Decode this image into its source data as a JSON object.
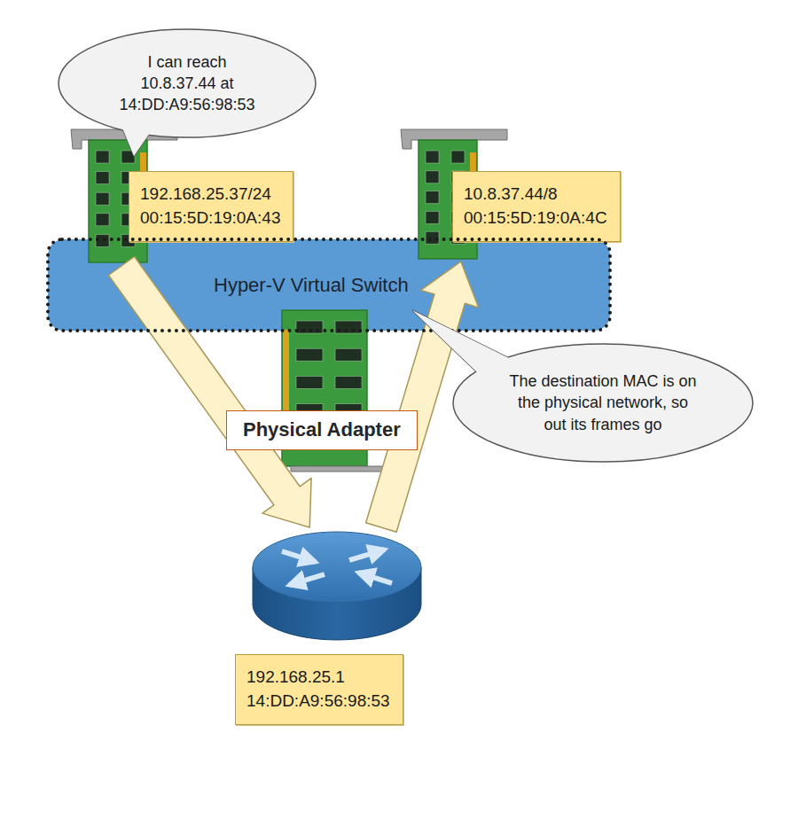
{
  "diagram": {
    "nodes": [
      {
        "text": [
          "I can reach 10.8.37.44 at 14:DD:A9:56:98:53"
        ]
      },
      {
        "text": [
          "192.168.25.37/24",
          "00:15:5D:19:0A:43"
        ]
      },
      {
        "text": [
          "10.8.37.44/8",
          "00:15:5D:19:0A:4C"
        ]
      },
      {
        "text": [
          "Hyper-V Virtual Switch"
        ]
      },
      {
        "text": [
          "Physical Adapter"
        ]
      },
      {
        "text": [
          "The destination MAC is on the physical network, so out its frames go"
        ]
      },
      {
        "text": [
          "192.168.25.1",
          "14:DD:A9:56:98:53"
        ]
      }
    ],
    "edges": [
      {
        "from": 1,
        "to": 6,
        "arrow": "to"
      },
      {
        "from": 6,
        "to": 2,
        "arrow": "to"
      }
    ]
  }
}
